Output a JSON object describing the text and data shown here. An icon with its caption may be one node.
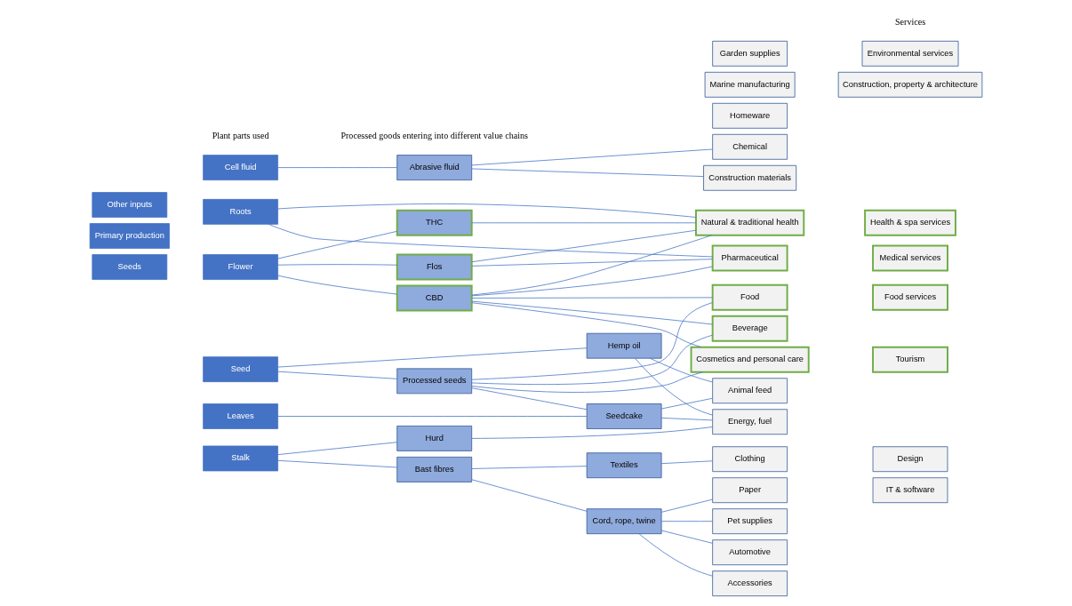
{
  "diagram": {
    "nodes": [
      {
        "text": [
          "Seeds"
        ]
      },
      {
        "text": [
          "Primary production"
        ]
      },
      {
        "text": [
          "Other inputs"
        ]
      },
      {
        "text": [
          "Flower"
        ]
      },
      {
        "text": [
          "Seed"
        ]
      },
      {
        "text": [
          "Leaves"
        ]
      },
      {
        "text": [
          "Stalk"
        ]
      },
      {
        "text": [
          "Cell fluid"
        ]
      },
      {
        "text": [
          "Roots"
        ]
      },
      {
        "text": [
          "Flos"
        ]
      },
      {
        "text": [
          "THC"
        ]
      },
      {
        "text": [
          "CBD"
        ]
      },
      {
        "text": [
          "Processed seeds"
        ]
      },
      {
        "text": [
          "Hemp oil"
        ]
      },
      {
        "text": [
          "Seedcake"
        ]
      },
      {
        "text": [
          "Textiles"
        ]
      },
      {
        "text": [
          "Bast fibres"
        ]
      },
      {
        "text": [
          "Cord, rope, twine"
        ]
      },
      {
        "text": [
          "Hurd"
        ]
      },
      {
        "text": [
          "Abrasive fluid"
        ]
      },
      {
        "text": [
          "Pharmaceutical"
        ]
      },
      {
        "text": [
          "Natural & traditional health"
        ]
      },
      {
        "text": [
          "Cosmetics and personal care"
        ]
      },
      {
        "text": [
          "Food"
        ]
      },
      {
        "text": [
          "Beverage"
        ]
      },
      {
        "text": [
          "Animal feed"
        ]
      },
      {
        "text": [
          "Energy, fuel"
        ]
      },
      {
        "text": [
          "Chemical"
        ]
      },
      {
        "text": [
          "Clothing"
        ]
      },
      {
        "text": [
          "Accessories"
        ]
      },
      {
        "text": [
          "Paper"
        ]
      },
      {
        "text": [
          "Pet supplies"
        ]
      },
      {
        "text": [
          "Homeware"
        ]
      },
      {
        "text": [
          "Marine manufacturing"
        ]
      },
      {
        "text": [
          "Construction materials"
        ]
      },
      {
        "text": [
          "Automotive"
        ]
      },
      {
        "text": [
          "Garden supplies"
        ]
      },
      {
        "text": [
          "Medical services"
        ]
      },
      {
        "text": [
          "Health & spa services"
        ]
      },
      {
        "text": [
          "Tourism"
        ]
      },
      {
        "text": [
          "Food services"
        ]
      },
      {
        "text": [
          "Design"
        ]
      },
      {
        "text": [
          "IT & software"
        ]
      },
      {
        "text": [
          "Construction, property & architecture"
        ]
      },
      {
        "text": [
          "Environmental services"
        ]
      }
    ],
    "edges": [
      {
        "from": 3,
        "to": 9,
        "arrow": "none"
      },
      {
        "from": 3,
        "to": 10,
        "arrow": "none"
      },
      {
        "from": 3,
        "to": 11,
        "arrow": "none"
      },
      {
        "from": 4,
        "to": 12,
        "arrow": "none"
      },
      {
        "from": 4,
        "to": 13,
        "arrow": "none"
      },
      {
        "from": 12,
        "to": 14,
        "arrow": "none"
      },
      {
        "from": 5,
        "to": 14,
        "arrow": "none"
      },
      {
        "from": 6,
        "to": 16,
        "arrow": "none"
      },
      {
        "from": 6,
        "to": 18,
        "arrow": "none"
      },
      {
        "from": 7,
        "to": 19,
        "arrow": "none"
      },
      {
        "from": 16,
        "to": 15,
        "arrow": "none"
      },
      {
        "from": 16,
        "to": 17,
        "arrow": "none"
      },
      {
        "from": 9,
        "to": 20,
        "arrow": "none"
      },
      {
        "from": 9,
        "to": 21,
        "arrow": "none"
      },
      {
        "from": 10,
        "to": 21,
        "arrow": "none"
      },
      {
        "from": 11,
        "to": 20,
        "arrow": "none"
      },
      {
        "from": 11,
        "to": 21,
        "arrow": "none"
      },
      {
        "from": 11,
        "to": 22,
        "arrow": "none"
      },
      {
        "from": 11,
        "to": 23,
        "arrow": "none"
      },
      {
        "from": 11,
        "to": 24,
        "arrow": "none"
      },
      {
        "from": 12,
        "to": 22,
        "arrow": "none"
      },
      {
        "from": 12,
        "to": 23,
        "arrow": "none"
      },
      {
        "from": 12,
        "to": 24,
        "arrow": "none"
      },
      {
        "from": 8,
        "to": 20,
        "arrow": "none"
      },
      {
        "from": 8,
        "to": 21,
        "arrow": "none"
      },
      {
        "from": 13,
        "to": 25,
        "arrow": "none"
      },
      {
        "from": 13,
        "to": 26,
        "arrow": "none"
      },
      {
        "from": 14,
        "to": 25,
        "arrow": "none"
      },
      {
        "from": 14,
        "to": 26,
        "arrow": "none"
      },
      {
        "from": 15,
        "to": 28,
        "arrow": "none"
      },
      {
        "from": 17,
        "to": 29,
        "arrow": "none"
      },
      {
        "from": 17,
        "to": 30,
        "arrow": "none"
      },
      {
        "from": 17,
        "to": 31,
        "arrow": "none"
      },
      {
        "from": 17,
        "to": 35,
        "arrow": "none"
      },
      {
        "from": 18,
        "to": 26,
        "arrow": "none"
      },
      {
        "from": 19,
        "to": 27,
        "arrow": "none"
      },
      {
        "from": 19,
        "to": 34,
        "arrow": "none"
      }
    ],
    "labels": [
      "Plant parts used",
      "Processed goods entering into different value chains",
      "Services"
    ]
  }
}
